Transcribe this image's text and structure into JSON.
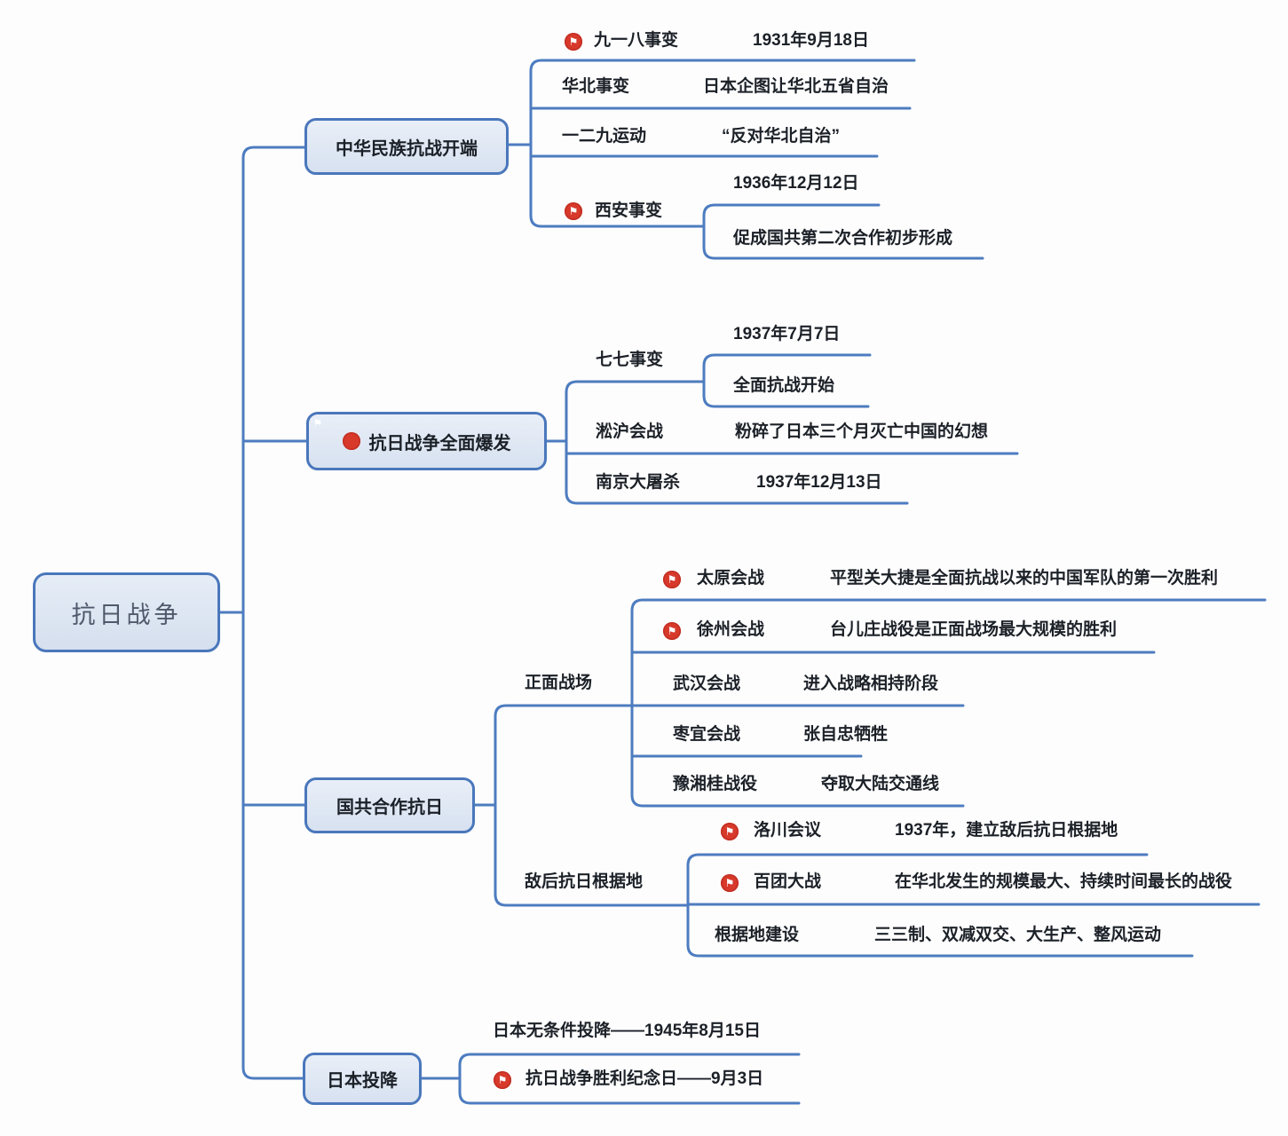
{
  "root": {
    "label": "抗日战争"
  },
  "colors": {
    "line": "#4d7cc0",
    "node_fill": "#dbe4f1",
    "node_border": "#4a77bb",
    "flag_marker": "#d7392b",
    "text": "#1c2128",
    "root_text": "#4e5a6b"
  },
  "branches": [
    {
      "label": "中华民族抗战开端",
      "flag": false,
      "children": [
        {
          "flag": true,
          "title": "九一八事变",
          "value": "1931年9月18日"
        },
        {
          "flag": false,
          "title": "华北事变",
          "value": "日本企图让华北五省自治"
        },
        {
          "flag": false,
          "title": "一二九运动",
          "value": "“反对华北自治”"
        },
        {
          "flag": true,
          "title": "西安事变",
          "children": [
            {
              "title": "1936年12月12日"
            },
            {
              "title": "促成国共第二次合作初步形成"
            }
          ]
        }
      ]
    },
    {
      "label": "抗日战争全面爆发",
      "flag": true,
      "children": [
        {
          "flag": false,
          "title": "七七事变",
          "children": [
            {
              "title": "1937年7月7日"
            },
            {
              "title": "全面抗战开始"
            }
          ]
        },
        {
          "flag": false,
          "title": "淞沪会战",
          "value": "粉碎了日本三个月灭亡中国的幻想"
        },
        {
          "flag": false,
          "title": "南京大屠杀",
          "value": "1937年12月13日"
        }
      ]
    },
    {
      "label": "国共合作抗日",
      "flag": false,
      "children": [
        {
          "title": "正面战场",
          "children": [
            {
              "flag": true,
              "title": "太原会战",
              "value": "平型关大捷是全面抗战以来的中国军队的第一次胜利"
            },
            {
              "flag": true,
              "title": "徐州会战",
              "value": "台儿庄战役是正面战场最大规模的胜利"
            },
            {
              "flag": false,
              "title": "武汉会战",
              "value": "进入战略相持阶段"
            },
            {
              "flag": false,
              "title": "枣宜会战",
              "value": "张自忠牺牲"
            },
            {
              "flag": false,
              "title": "豫湘桂战役",
              "value": "夺取大陆交通线"
            }
          ]
        },
        {
          "title": "敌后抗日根据地",
          "children": [
            {
              "flag": true,
              "title": "洛川会议",
              "value": "1937年，建立敌后抗日根据地"
            },
            {
              "flag": true,
              "title": "百团大战",
              "value": "在华北发生的规模最大、持续时间最长的战役"
            },
            {
              "flag": false,
              "title": "根据地建设",
              "value": "三三制、双减双交、大生产、整风运动"
            }
          ]
        }
      ]
    },
    {
      "label": "日本投降",
      "flag": false,
      "children": [
        {
          "flag": false,
          "title": "日本无条件投降——1945年8月15日"
        },
        {
          "flag": true,
          "title": "抗日战争胜利纪念日——9月3日"
        }
      ]
    }
  ]
}
